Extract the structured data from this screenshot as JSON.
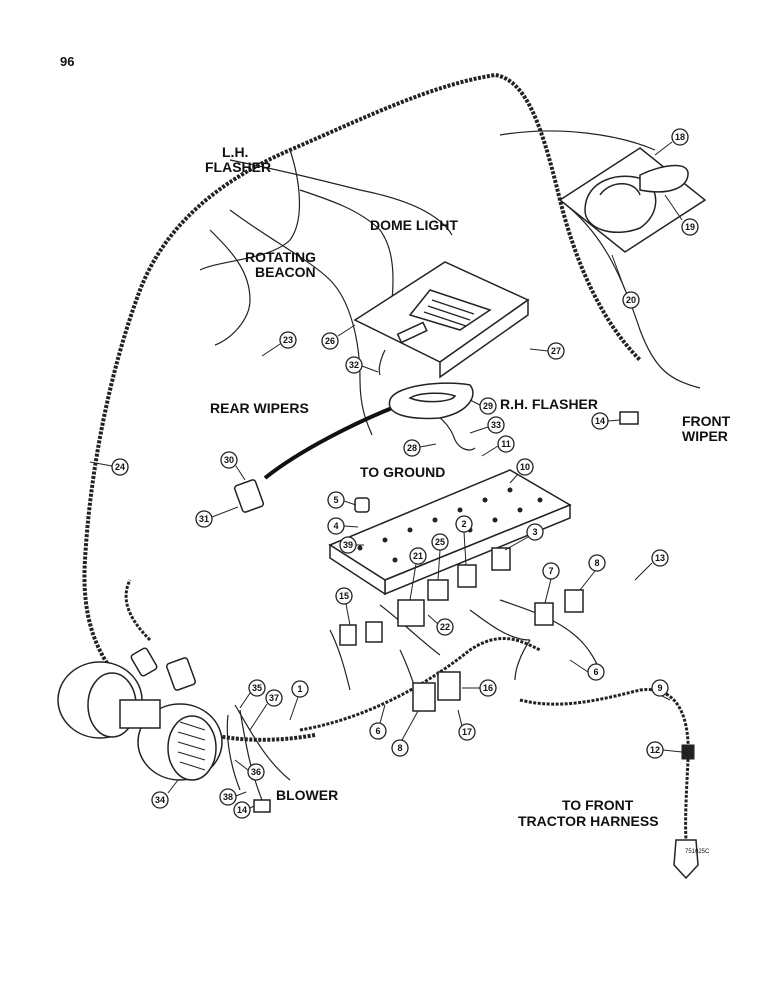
{
  "page_number": "96",
  "figure_code": "751025C",
  "labels": {
    "lh_flasher_1": "L.H.",
    "lh_flasher_2": "FLASHER",
    "dome_light": "DOME LIGHT",
    "rotating_beacon_1": "ROTATING",
    "rotating_beacon_2": "BEACON",
    "rear_wipers": "REAR WIPERS",
    "rh_flasher": "R.H. FLASHER",
    "front_wiper_1": "FRONT",
    "front_wiper_2": "WIPER",
    "to_ground": "TO GROUND",
    "blower": "BLOWER",
    "to_front_1": "TO FRONT",
    "to_front_2": "TRACTOR HARNESS"
  },
  "callouts": [
    "18",
    "19",
    "20",
    "14",
    "26",
    "27",
    "32",
    "29",
    "23",
    "24",
    "28",
    "33",
    "11",
    "10",
    "30",
    "31",
    "5",
    "4",
    "39",
    "21",
    "25",
    "2",
    "3",
    "7",
    "8",
    "13",
    "15",
    "22",
    "6",
    "16",
    "17",
    "9",
    "12",
    "35",
    "37",
    "1",
    "36",
    "38",
    "14",
    "34",
    "8",
    "6"
  ]
}
